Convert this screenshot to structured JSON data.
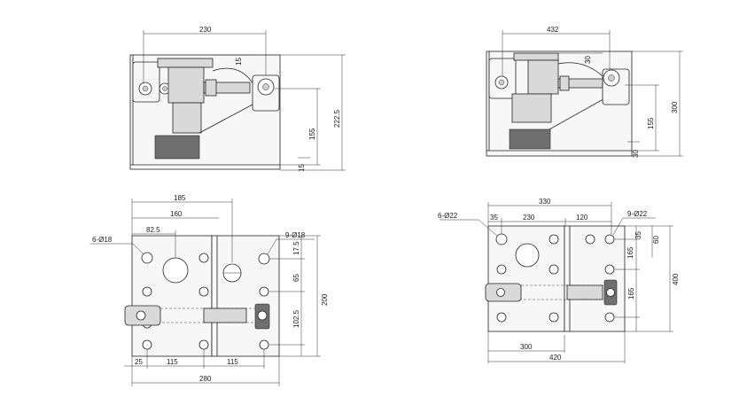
{
  "views": {
    "small_side": {
      "dims": {
        "top_width": "230",
        "top_gap": "15",
        "height": "155",
        "overall_height": "222.5",
        "bottom_gap": "15"
      }
    },
    "large_side": {
      "dims": {
        "top_width": "432",
        "top_gap": "30",
        "height": "155",
        "overall_height": "300",
        "bottom_gap": "30"
      }
    },
    "small_plan": {
      "dims": {
        "width_185": "185",
        "width_160": "160",
        "width_82_5": "82.5",
        "holes_left": "6-Ø18",
        "holes_right": "9-Ø18",
        "right_17_5": "17.5",
        "right_65": "65",
        "right_102_5": "102.5",
        "overall_200": "200",
        "bottom_25": "25",
        "bottom_115a": "115",
        "bottom_115b": "115",
        "overall_280": "280"
      }
    },
    "large_plan": {
      "dims": {
        "width_330": "330",
        "top_35": "35",
        "top_230": "230",
        "top_120": "120",
        "holes_left": "6-Ø22",
        "holes_right": "9-Ø22",
        "right_165a": "165",
        "right_35": "35",
        "right_60": "60",
        "right_165b": "165",
        "overall_400": "400",
        "bottom_300": "300",
        "overall_420": "420"
      }
    }
  }
}
